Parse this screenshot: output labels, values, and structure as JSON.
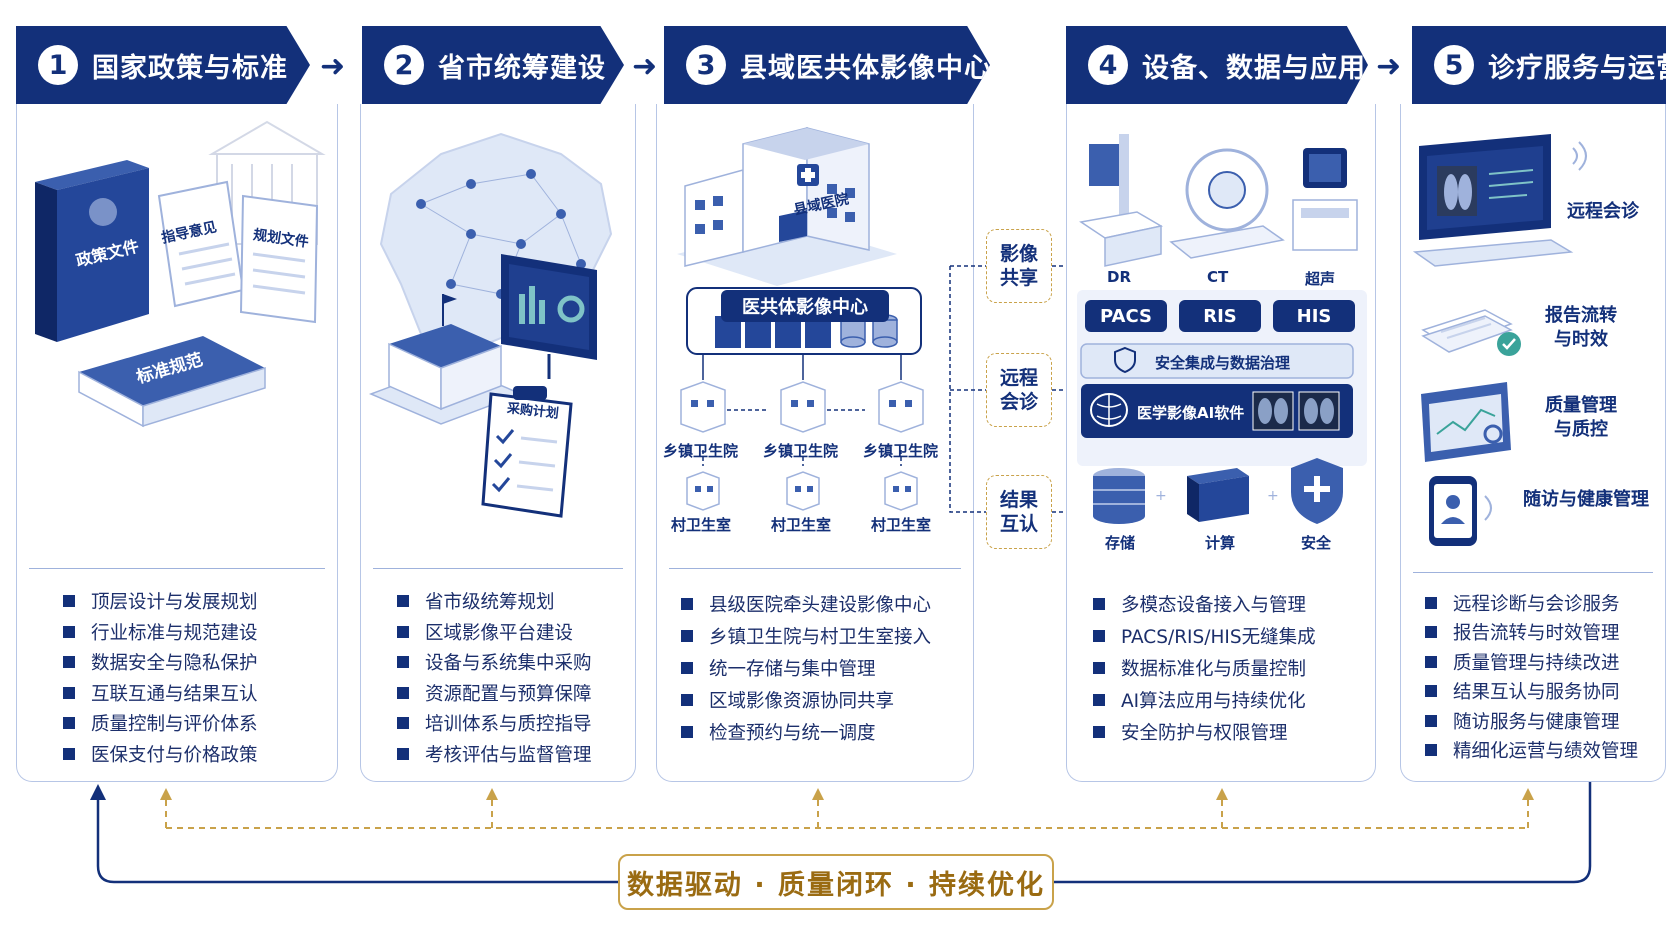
{
  "stages": [
    {
      "num": "1",
      "title": "国家政策与标准",
      "labels": {
        "book": "政策文件",
        "doc1": "指导意见",
        "doc2": "规划文件",
        "standard": "标准规范"
      },
      "bullets": [
        "顶层设计与发展规划",
        "行业标准与规范建设",
        "数据安全与隐私保护",
        "互联互通与结果互认",
        "质量控制与评价体系",
        "医保支付与价格政策"
      ]
    },
    {
      "num": "2",
      "title": "省市统筹建设",
      "labels": {
        "plan": "采购计划"
      },
      "bullets": [
        "省市级统筹规划",
        "区域影像平台建设",
        "设备与系统集中采购",
        "资源配置与预算保障",
        "培训体系与质控指导",
        "考核评估与监督管理"
      ]
    },
    {
      "num": "3",
      "title": "县域医共体影像中心",
      "labels": {
        "hospital": "县域医院",
        "center": "医共体影像中心",
        "township": "乡镇卫生院",
        "village": "村卫生室"
      },
      "bullets": [
        "县级医院牵头建设影像中心",
        "乡镇卫生院与村卫生室接入",
        "统一存储与集中管理",
        "区域影像资源协同共享",
        "检查预约与统一调度"
      ]
    },
    {
      "num": "4",
      "title": "设备、数据与应用协同",
      "labels": {
        "dr": "DR",
        "ct": "CT",
        "us": "超声",
        "pacs": "PACS",
        "ris": "RIS",
        "his": "HIS",
        "security": "安全集成与数据治理",
        "ai": "医学影像AI软件",
        "storage": "存储",
        "compute": "计算",
        "safe": "安全"
      },
      "bullets": [
        "多模态设备接入与管理",
        "PACS/RIS/HIS无缝集成",
        "数据标准化与质量控制",
        "AI算法应用与持续优化",
        "安全防护与权限管理"
      ]
    },
    {
      "num": "5",
      "title": "诊疗服务与运营",
      "items": [
        "远程会诊",
        "报告流转\n与时效",
        "质量管理\n与质控",
        "随访与健康管理"
      ],
      "bullets": [
        "远程诊断与会诊服务",
        "报告流转与时效管理",
        "质量管理与持续改进",
        "结果互认与服务协同",
        "随访服务与健康管理",
        "精细化运营与绩效管理"
      ]
    }
  ],
  "hubs": [
    {
      "line1": "影像",
      "line2": "共享"
    },
    {
      "line1": "远程",
      "line2": "会诊"
    },
    {
      "line1": "结果",
      "line2": "互认"
    }
  ],
  "banner": "数据驱动 · 质量闭环 · 持续优化",
  "colors": {
    "navy": "#13307a",
    "gold": "#c9a24a",
    "light_blue": "#dfe8f7"
  }
}
